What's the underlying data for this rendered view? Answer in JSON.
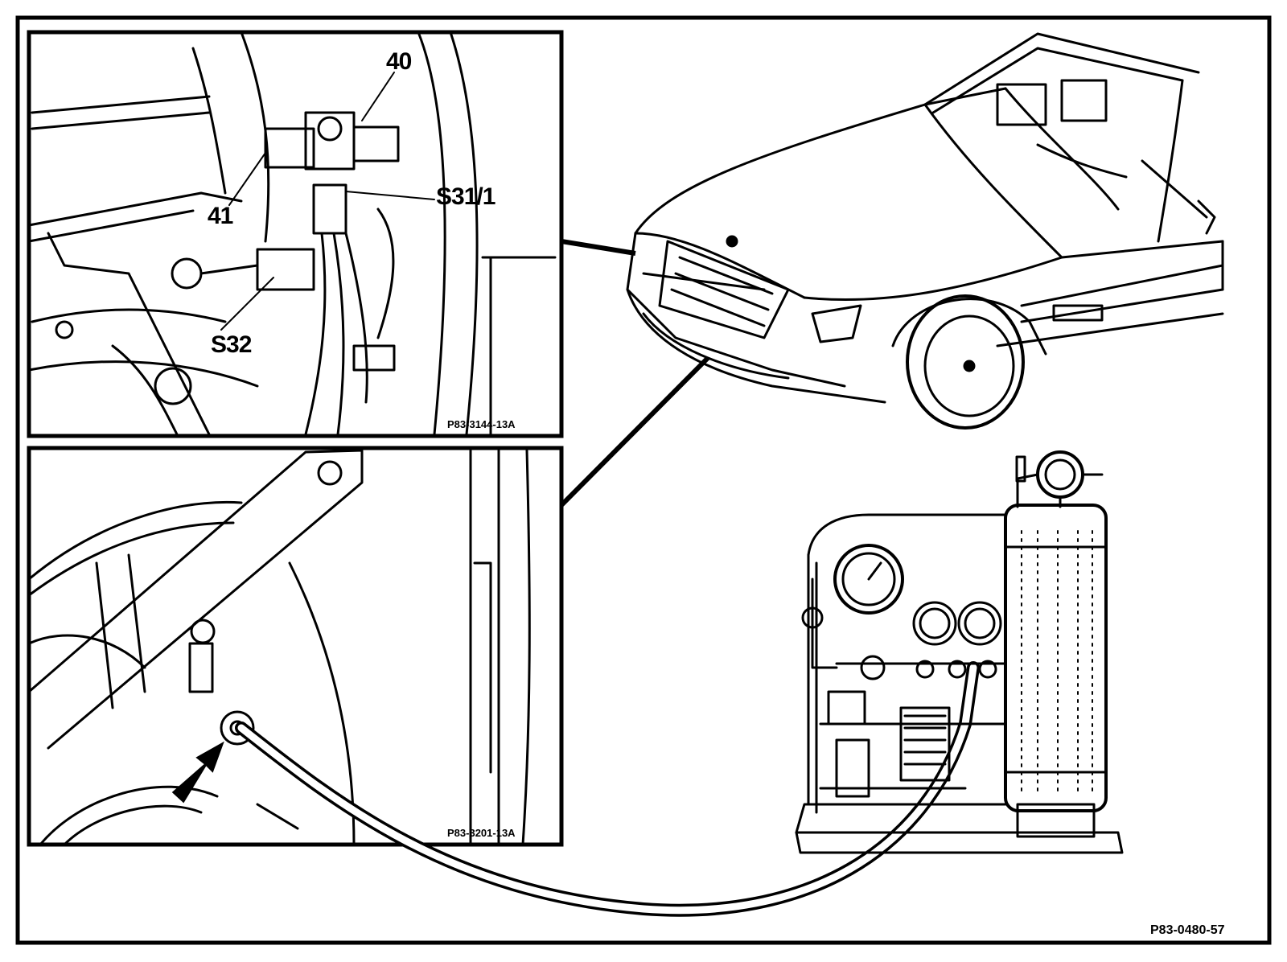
{
  "callouts": {
    "c40": "40",
    "c41": "41",
    "s31_1": "S31/1",
    "s32": "S32"
  },
  "figure_codes": {
    "inset_top": "P83-3144-13A",
    "inset_bottom": "P83-3201-13A",
    "main": "P83-0480-57"
  },
  "colors": {
    "ink": "#000000",
    "paper": "#ffffff"
  }
}
